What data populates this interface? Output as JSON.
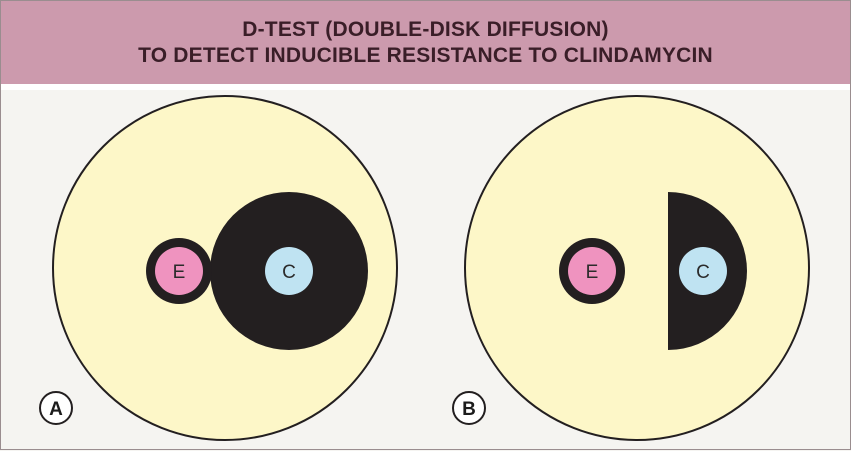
{
  "title": {
    "line1": "D-TEST (DOUBLE-DISK DIFFUSION)",
    "line2": "TO DETECT INDUCIBLE RESISTANCE TO CLINDAMYCIN"
  },
  "colors": {
    "header_bg": "#cc9aad",
    "plate_agar": "#fdf7c8",
    "inhibition_zone": "#231f20",
    "erythromycin_disk": "#ef93bf",
    "clindamycin_disk": "#bfe3f2"
  },
  "panels": [
    {
      "label": "A",
      "disk_e": "E",
      "disk_c": "C",
      "zone_shape": "circular"
    },
    {
      "label": "B",
      "disk_e": "E",
      "disk_c": "C",
      "zone_shape": "D-shaped (flattened toward E)"
    }
  ]
}
